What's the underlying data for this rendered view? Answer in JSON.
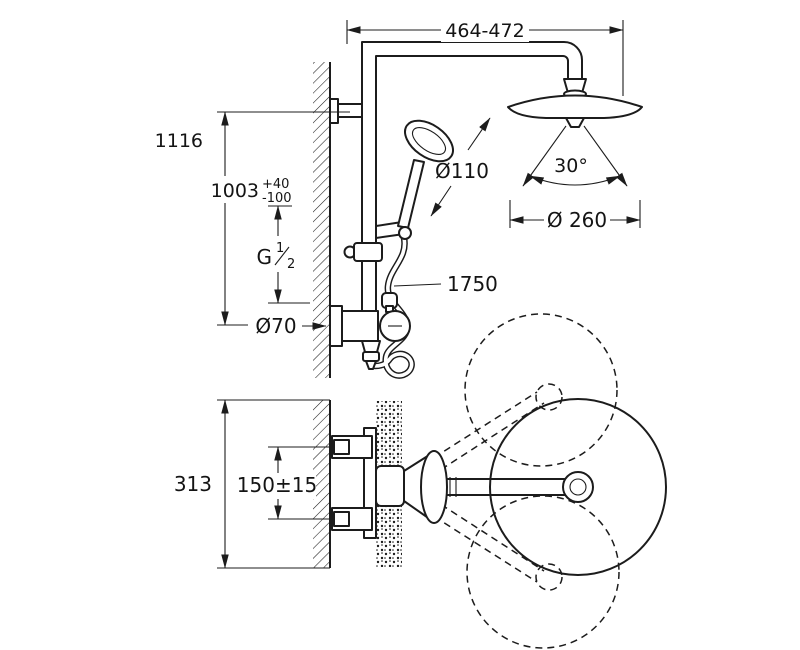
{
  "page": {
    "background": "#ffffff",
    "line_color": "#1c1c1c",
    "description": "Technical dimensional drawing of a wall-mounted thermostatic shower system (front elevation above, plan view below)"
  },
  "labels": {
    "top_span": "464-472",
    "total_height": "1116",
    "riser_height": "1003",
    "riser_tol_plus": "+40",
    "riser_tol_minus": "-100",
    "thread_g": "G",
    "thread_num": "1",
    "thread_den": "2",
    "escutcheon_dia": "Ø70",
    "handshower_dia": "Ø110",
    "spray_angle": "30°",
    "headshower_dia": "Ø 260",
    "hose_length": "1750",
    "plan_span": "313",
    "supply_spacing": "150±15"
  }
}
